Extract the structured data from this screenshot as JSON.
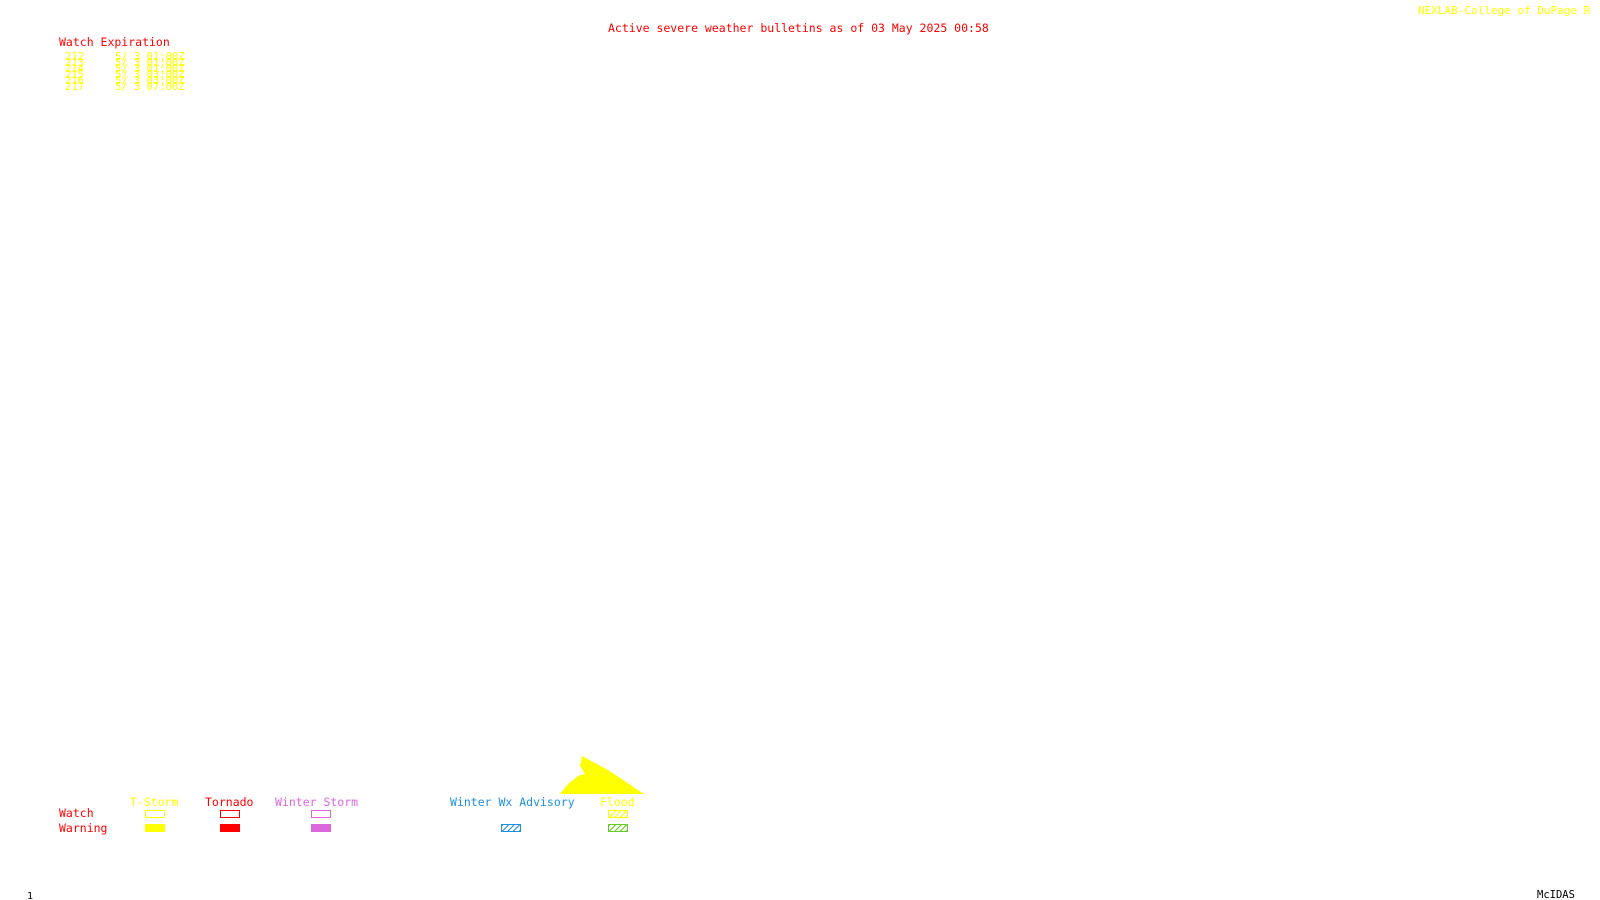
{
  "header": {
    "credit": "NEXLAB-College of DuPage R",
    "title": "Active severe weather bulletins as of 03 May 2025 00:58"
  },
  "watch_table": {
    "heading": "Watch Expiration",
    "rows": [
      {
        "number": "212",
        "expiration": "5/ 3 01:00Z"
      },
      {
        "number": "213",
        "expiration": "5/ 3 01:00Z"
      },
      {
        "number": "214",
        "expiration": "5/ 3 01:00Z"
      },
      {
        "number": "215",
        "expiration": "5/ 3 03:00Z"
      },
      {
        "number": "216",
        "expiration": "5/ 3 03:00Z"
      },
      {
        "number": "217",
        "expiration": "5/ 3 07:00Z"
      }
    ]
  },
  "legend": {
    "row_labels": {
      "watch": "Watch",
      "warning": "Warning"
    },
    "categories": [
      {
        "key": "tstorm",
        "label": "T-Storm",
        "color": "#ffff00",
        "watch_style": "outline",
        "warning_style": "filled"
      },
      {
        "key": "tornado",
        "label": "Tornado",
        "color": "#ff0000",
        "watch_style": "outline",
        "warning_style": "filled"
      },
      {
        "key": "winter_storm",
        "label": "Winter Storm",
        "color": "#dd66dd",
        "watch_style": "outline",
        "warning_style": "filled"
      },
      {
        "key": "winter_wx_advisory",
        "label": "Winter Wx Advisory",
        "color": "#1e90e0",
        "warning_style": "hatched"
      },
      {
        "key": "flood",
        "label": "Flood",
        "color": "#ffff00",
        "warning_color": "#66cc22",
        "watch_style": "hatched",
        "warning_style": "hatched"
      }
    ],
    "row_label_color": "#ff0000"
  },
  "footer": {
    "frame_number": "1",
    "software": "McIDAS"
  }
}
